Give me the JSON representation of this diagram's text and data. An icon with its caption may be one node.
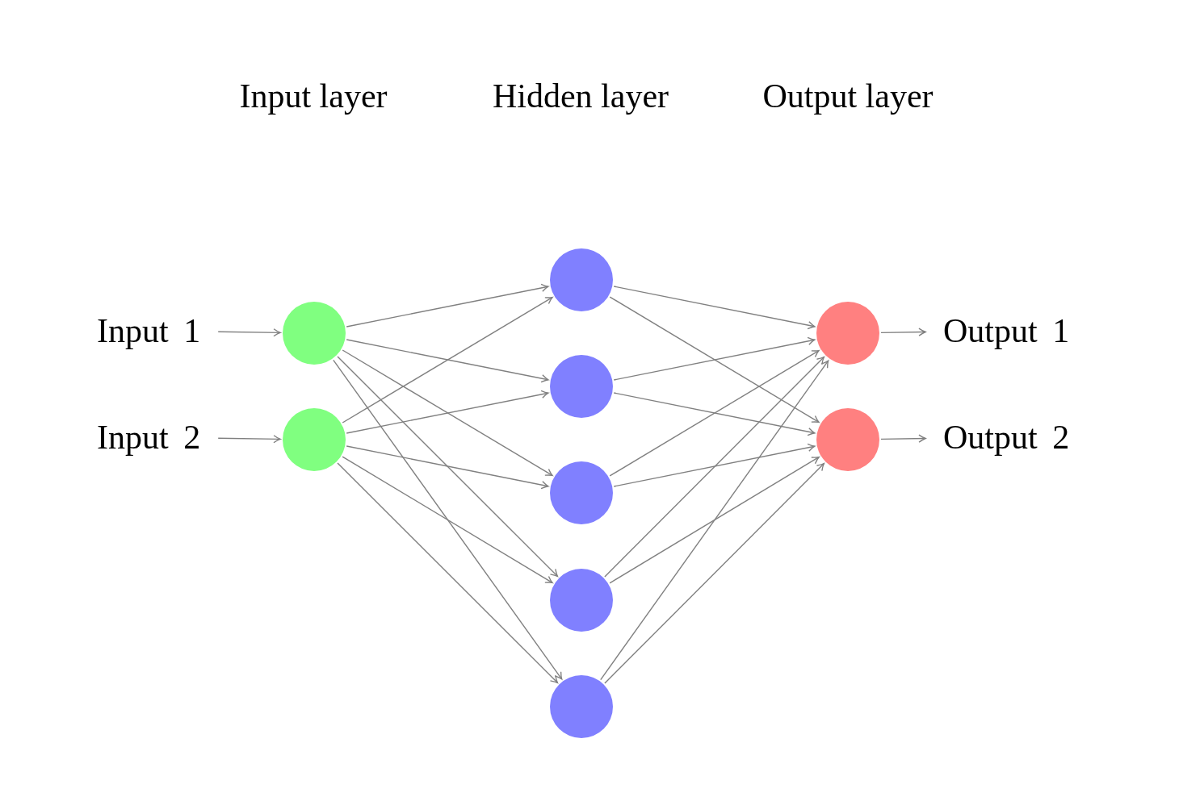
{
  "diagram": {
    "nodes": [
      {
        "text": [
          "Input 1"
        ]
      },
      {
        "text": [
          "Input 2"
        ]
      },
      {
        "text": [],
        "shape": "circle"
      },
      {
        "text": [],
        "shape": "circle"
      },
      {
        "text": [],
        "shape": "circle"
      },
      {
        "text": [],
        "shape": "circle"
      },
      {
        "text": [],
        "shape": "circle"
      },
      {
        "text": [],
        "shape": "circle"
      },
      {
        "text": [],
        "shape": "circle"
      },
      {
        "text": [],
        "shape": "circle"
      },
      {
        "text": [],
        "shape": "circle"
      },
      {
        "text": [
          "Output 1"
        ]
      },
      {
        "text": [
          "Output 2"
        ]
      }
    ],
    "edges": [
      {
        "from": 0,
        "to": 2,
        "arrow": "to"
      },
      {
        "from": 1,
        "to": 3,
        "arrow": "to"
      },
      {
        "from": 2,
        "to": 4,
        "arrow": "to"
      },
      {
        "from": 2,
        "to": 5,
        "arrow": "to"
      },
      {
        "from": 2,
        "to": 6,
        "arrow": "to"
      },
      {
        "from": 2,
        "to": 7,
        "arrow": "to"
      },
      {
        "from": 2,
        "to": 8,
        "arrow": "to"
      },
      {
        "from": 3,
        "to": 4,
        "arrow": "to"
      },
      {
        "from": 3,
        "to": 5,
        "arrow": "to"
      },
      {
        "from": 3,
        "to": 6,
        "arrow": "to"
      },
      {
        "from": 3,
        "to": 7,
        "arrow": "to"
      },
      {
        "from": 3,
        "to": 8,
        "arrow": "to"
      },
      {
        "from": 4,
        "to": 9,
        "arrow": "to"
      },
      {
        "from": 4,
        "to": 10,
        "arrow": "to"
      },
      {
        "from": 5,
        "to": 9,
        "arrow": "to"
      },
      {
        "from": 5,
        "to": 10,
        "arrow": "to"
      },
      {
        "from": 6,
        "to": 9,
        "arrow": "to"
      },
      {
        "from": 6,
        "to": 10,
        "arrow": "to"
      },
      {
        "from": 7,
        "to": 9,
        "arrow": "to"
      },
      {
        "from": 7,
        "to": 10,
        "arrow": "to"
      },
      {
        "from": 8,
        "to": 9,
        "arrow": "to"
      },
      {
        "from": 8,
        "to": 10,
        "arrow": "to"
      },
      {
        "from": 9,
        "to": 11,
        "arrow": "to"
      },
      {
        "from": 10,
        "to": 12,
        "arrow": "to"
      }
    ],
    "labels": [
      "Input layer",
      "Hidden layer",
      "Output layer"
    ]
  }
}
